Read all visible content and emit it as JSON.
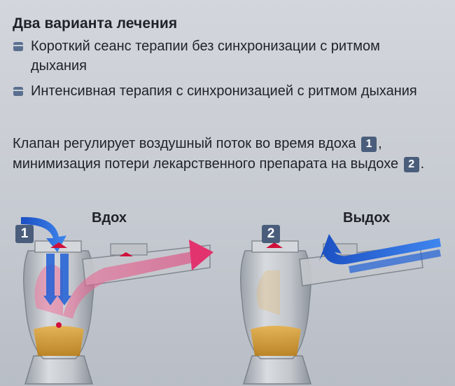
{
  "title": "Два варианта лечения",
  "bullets": [
    {
      "text": "Короткий сеанс терапии без синхронизации с ритмом дыхания"
    },
    {
      "text": "Интенсивная терапия с синхронизацией с ритмом дыхания"
    }
  ],
  "paragraph": {
    "part1": "Клапан регулирует воздушный поток во время вдоха",
    "badge1": "1",
    "part2": ", минимизация потери лекарственного препарата на выдохе",
    "badge2": "2",
    "part3": "."
  },
  "diagram": {
    "inhale_label": "Вдох",
    "exhale_label": "Выдох",
    "badge_inhale": "1",
    "badge_exhale": "2"
  },
  "colors": {
    "airflow_in": "#1f5fd6",
    "aerosol": "#e2336f",
    "medicine": "#e0a12a",
    "badge": "#4a5e7c",
    "bullet": "#5a6f8f"
  }
}
